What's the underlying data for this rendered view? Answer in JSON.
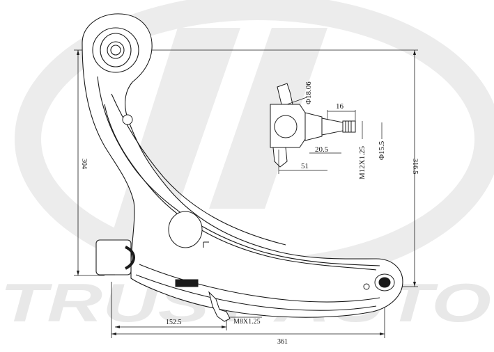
{
  "watermark": {
    "brand_text": "TRUST AUTO",
    "color": "#e6e6e6"
  },
  "dimensions": {
    "height_left": "304",
    "height_right": "316.5",
    "width_bottom": "361",
    "offset_bottom": "152.5",
    "bolt_thread": "M8X1.25",
    "stud_thread": "M12X1.25",
    "ball_diameter": "Φ18.06",
    "stud_length": "16",
    "taper_diameter": "Φ15.5",
    "taper_length": "20.5",
    "joint_length": "51"
  },
  "colors": {
    "line": "#1a1a1a",
    "watermark": "#e6e6e6"
  }
}
